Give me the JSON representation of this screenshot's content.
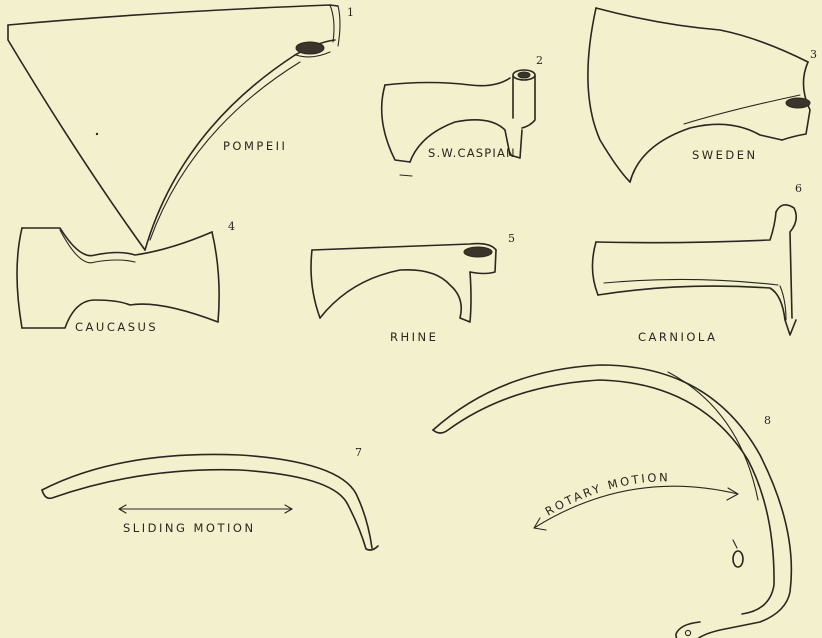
{
  "figures": [
    {
      "number": "1",
      "label": "POMPEII"
    },
    {
      "number": "2",
      "label": "S.W.CASPIAN"
    },
    {
      "number": "3",
      "label": "SWEDEN"
    },
    {
      "number": "4",
      "label": "CAUCASUS"
    },
    {
      "number": "5",
      "label": "RHINE"
    },
    {
      "number": "6",
      "label": "CARNIOLA"
    },
    {
      "number": "7",
      "label": "SLIDING MOTION"
    },
    {
      "number": "8",
      "label": "ROTARY MOTION"
    }
  ]
}
